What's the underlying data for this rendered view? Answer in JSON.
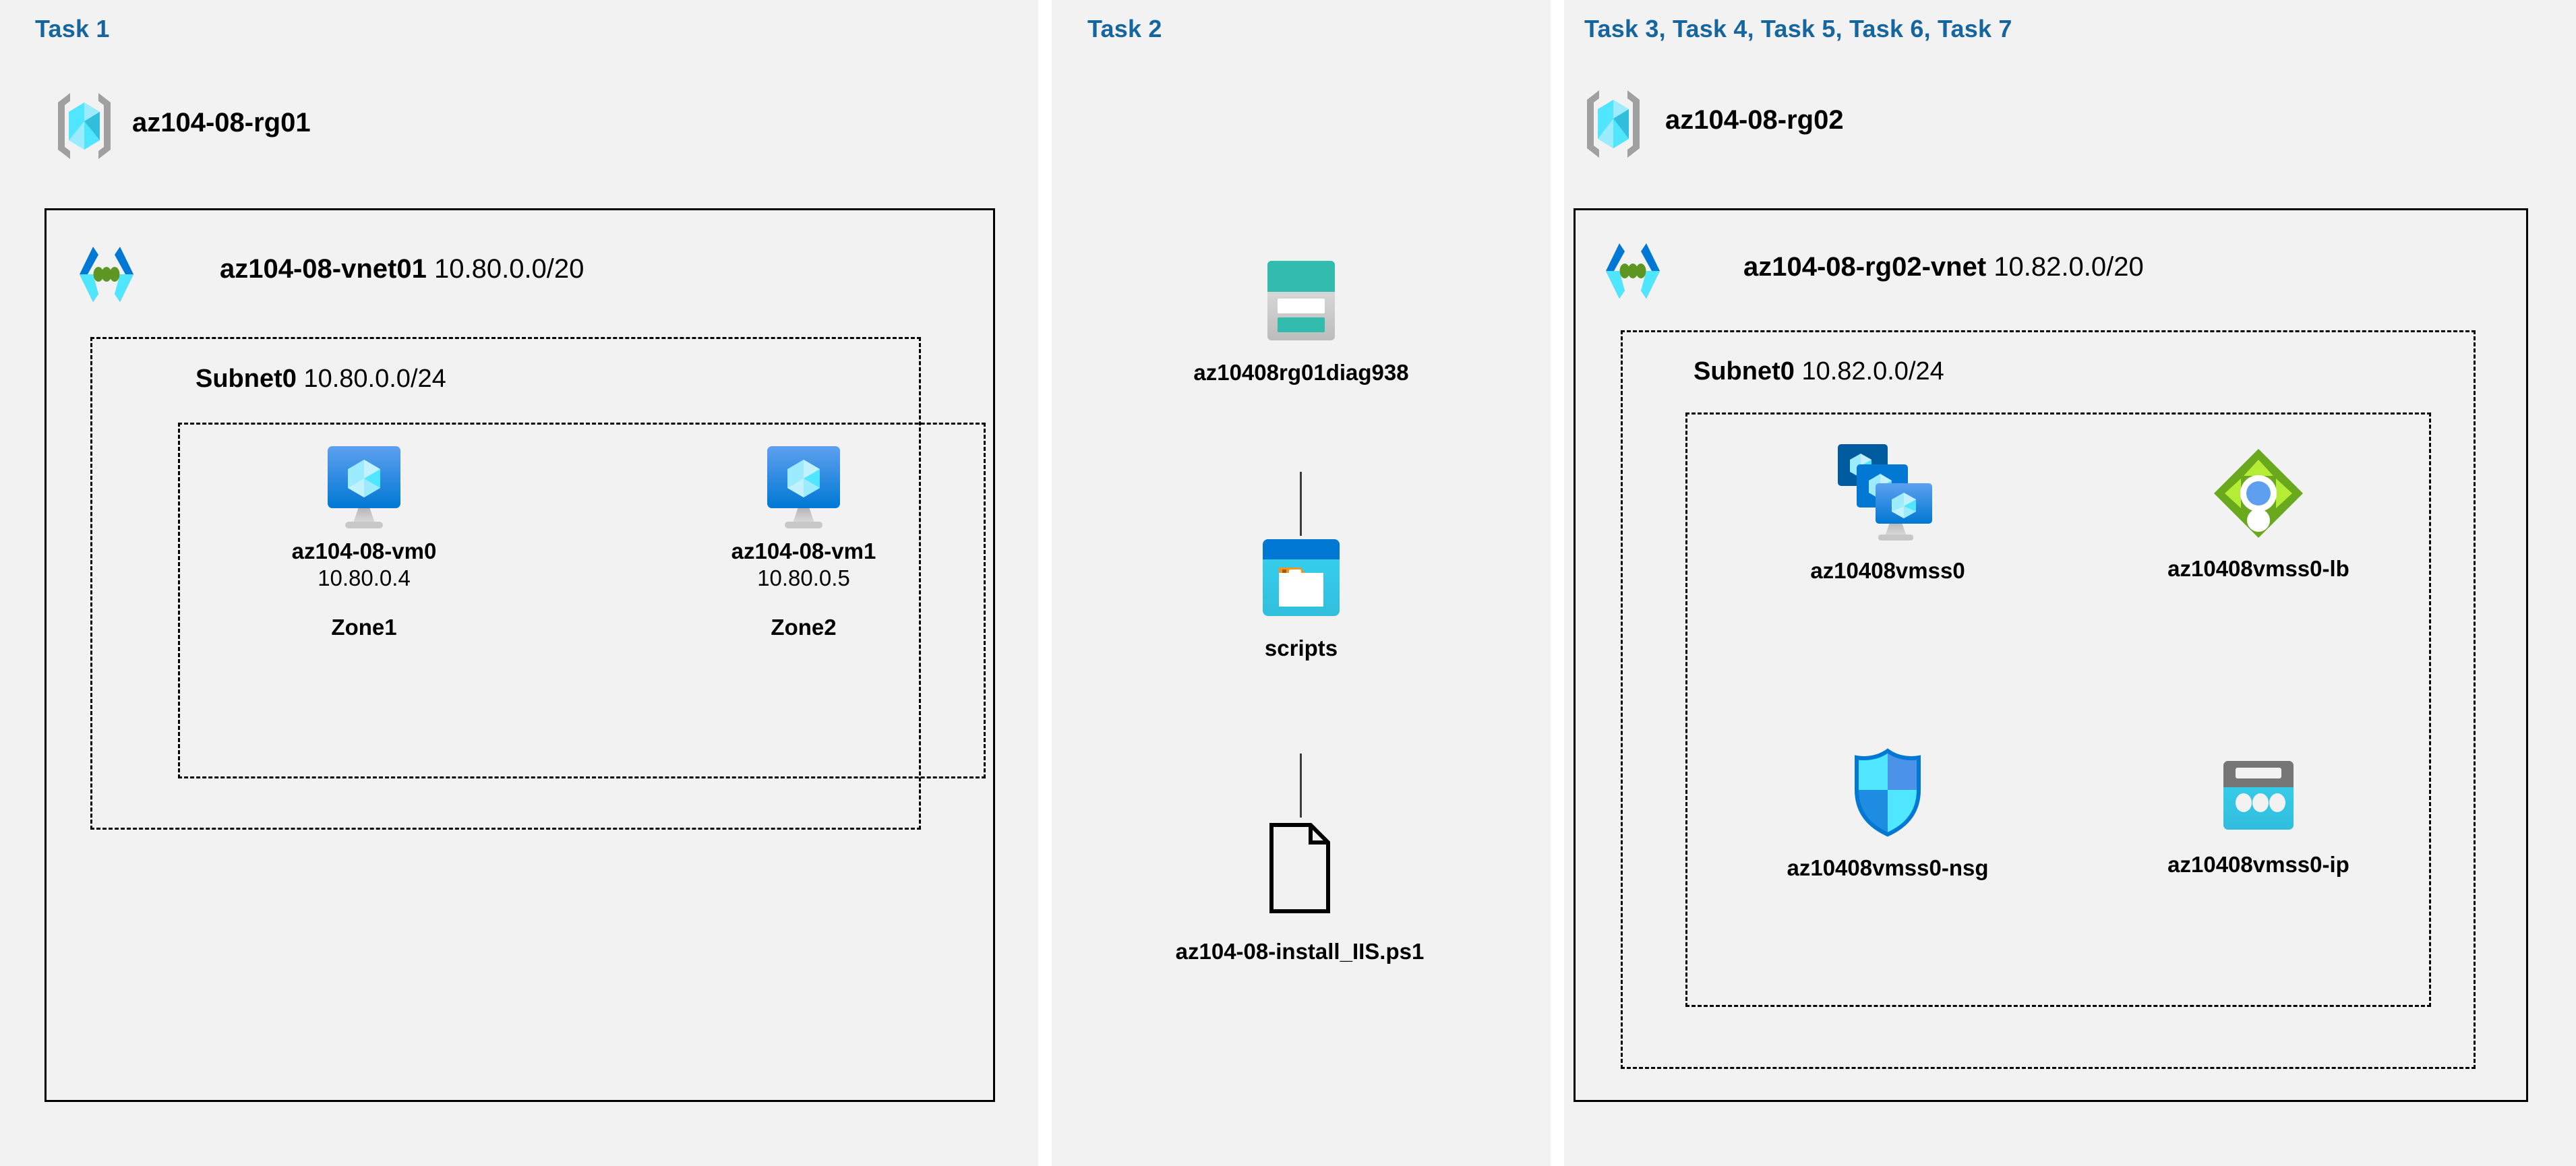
{
  "panels": [
    {
      "id": "task1",
      "title": "Task 1"
    },
    {
      "id": "task2",
      "title": "Task 2"
    },
    {
      "id": "task3",
      "title": "Task 3, Task 4, Task 5, Task 6, Task 7"
    }
  ],
  "colors": {
    "task_title": "#15659e",
    "panel_bg": "#f2f2f2",
    "page_bg": "#ffffff",
    "border": "#000000",
    "vm_blue": "#0078d4",
    "storage_teal": "#32bcad",
    "blob_cyan": "#32c8e8",
    "lb_green": "#6aa81e",
    "nsg_blue": "#32d2f2",
    "ip_cyan": "#32c8e8"
  },
  "task1": {
    "resource_group": {
      "name": "az104-08-rg01",
      "icon": "resource-group-icon"
    },
    "vnet": {
      "name": "az104-08-vnet01",
      "cidr": "10.80.0.0/20",
      "icon": "virtual-network-icon"
    },
    "subnet": {
      "name": "Subnet0",
      "cidr": "10.80.0.0/24"
    },
    "vms": [
      {
        "name": "az104-08-vm0",
        "ip": "10.80.0.4",
        "zone": "Zone1",
        "icon": "virtual-machine-icon"
      },
      {
        "name": "az104-08-vm1",
        "ip": "10.80.0.5",
        "zone": "Zone2",
        "icon": "virtual-machine-icon"
      }
    ]
  },
  "task2": {
    "storage_account": {
      "name": "az10408rg01diag938",
      "icon": "storage-account-icon"
    },
    "container": {
      "name": "scripts",
      "icon": "blob-container-icon"
    },
    "file": {
      "name": "az104-08-install_IIS.ps1",
      "icon": "document-file-icon"
    }
  },
  "task3": {
    "resource_group": {
      "name": "az104-08-rg02",
      "icon": "resource-group-icon"
    },
    "vnet": {
      "name": "az104-08-rg02-vnet",
      "cidr": "10.82.0.0/20",
      "icon": "virtual-network-icon"
    },
    "subnet": {
      "name": "Subnet0",
      "cidr": "10.82.0.0/24"
    },
    "resources": [
      {
        "name": "az10408vmss0",
        "icon": "vm-scale-set-icon"
      },
      {
        "name": "az10408vmss0-lb",
        "icon": "load-balancer-icon"
      },
      {
        "name": "az10408vmss0-nsg",
        "icon": "network-security-group-icon"
      },
      {
        "name": "az10408vmss0-ip",
        "icon": "public-ip-address-icon"
      }
    ]
  }
}
